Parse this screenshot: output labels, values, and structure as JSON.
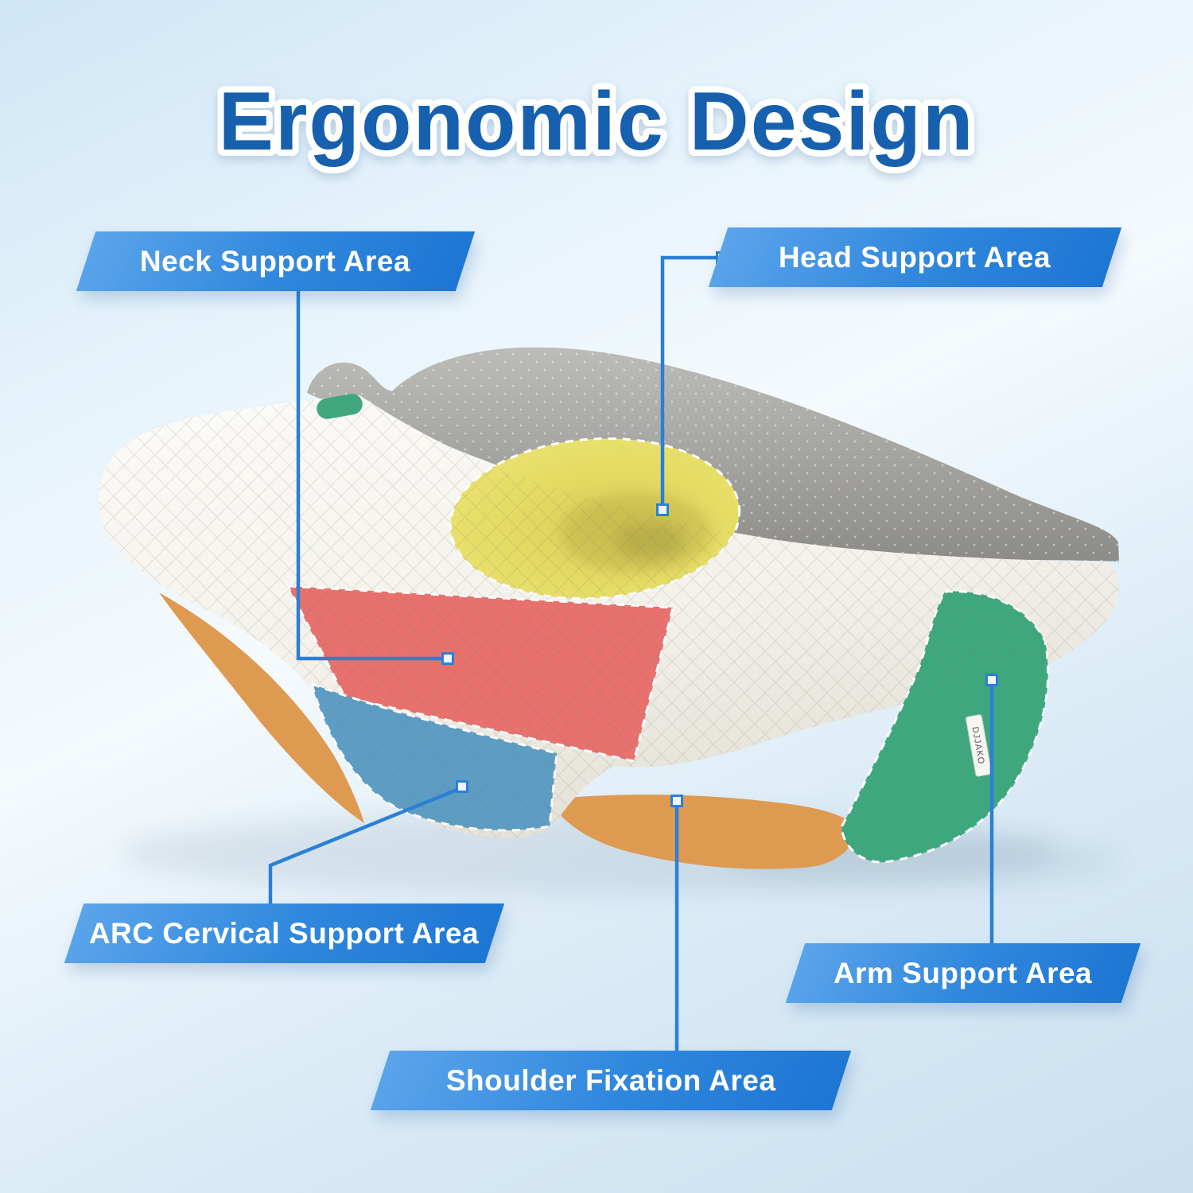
{
  "title": "Ergonomic Design",
  "brand_tag": "DJJAKO",
  "labels": {
    "neck": "Neck Support Area",
    "head": "Head Support Area",
    "arc": "ARC Cervical Support Area",
    "arm": "Arm Support Area",
    "shoulder": "Shoulder Fixation Area"
  },
  "colors": {
    "title_blue": "#1760ae",
    "connector": "#2b7fd7",
    "banner_gradient_start": "#5ba4ea",
    "banner_gradient_end": "#1e76d4",
    "zone_head": "#e9e06c",
    "zone_neck": "#e8716d",
    "zone_cervical": "#5d9dc3",
    "zone_arm": "#3fa77e",
    "zone_shoulder": "#df9a52",
    "pillow_front": "#f3f1ea",
    "pillow_back": "#a3a29e"
  }
}
